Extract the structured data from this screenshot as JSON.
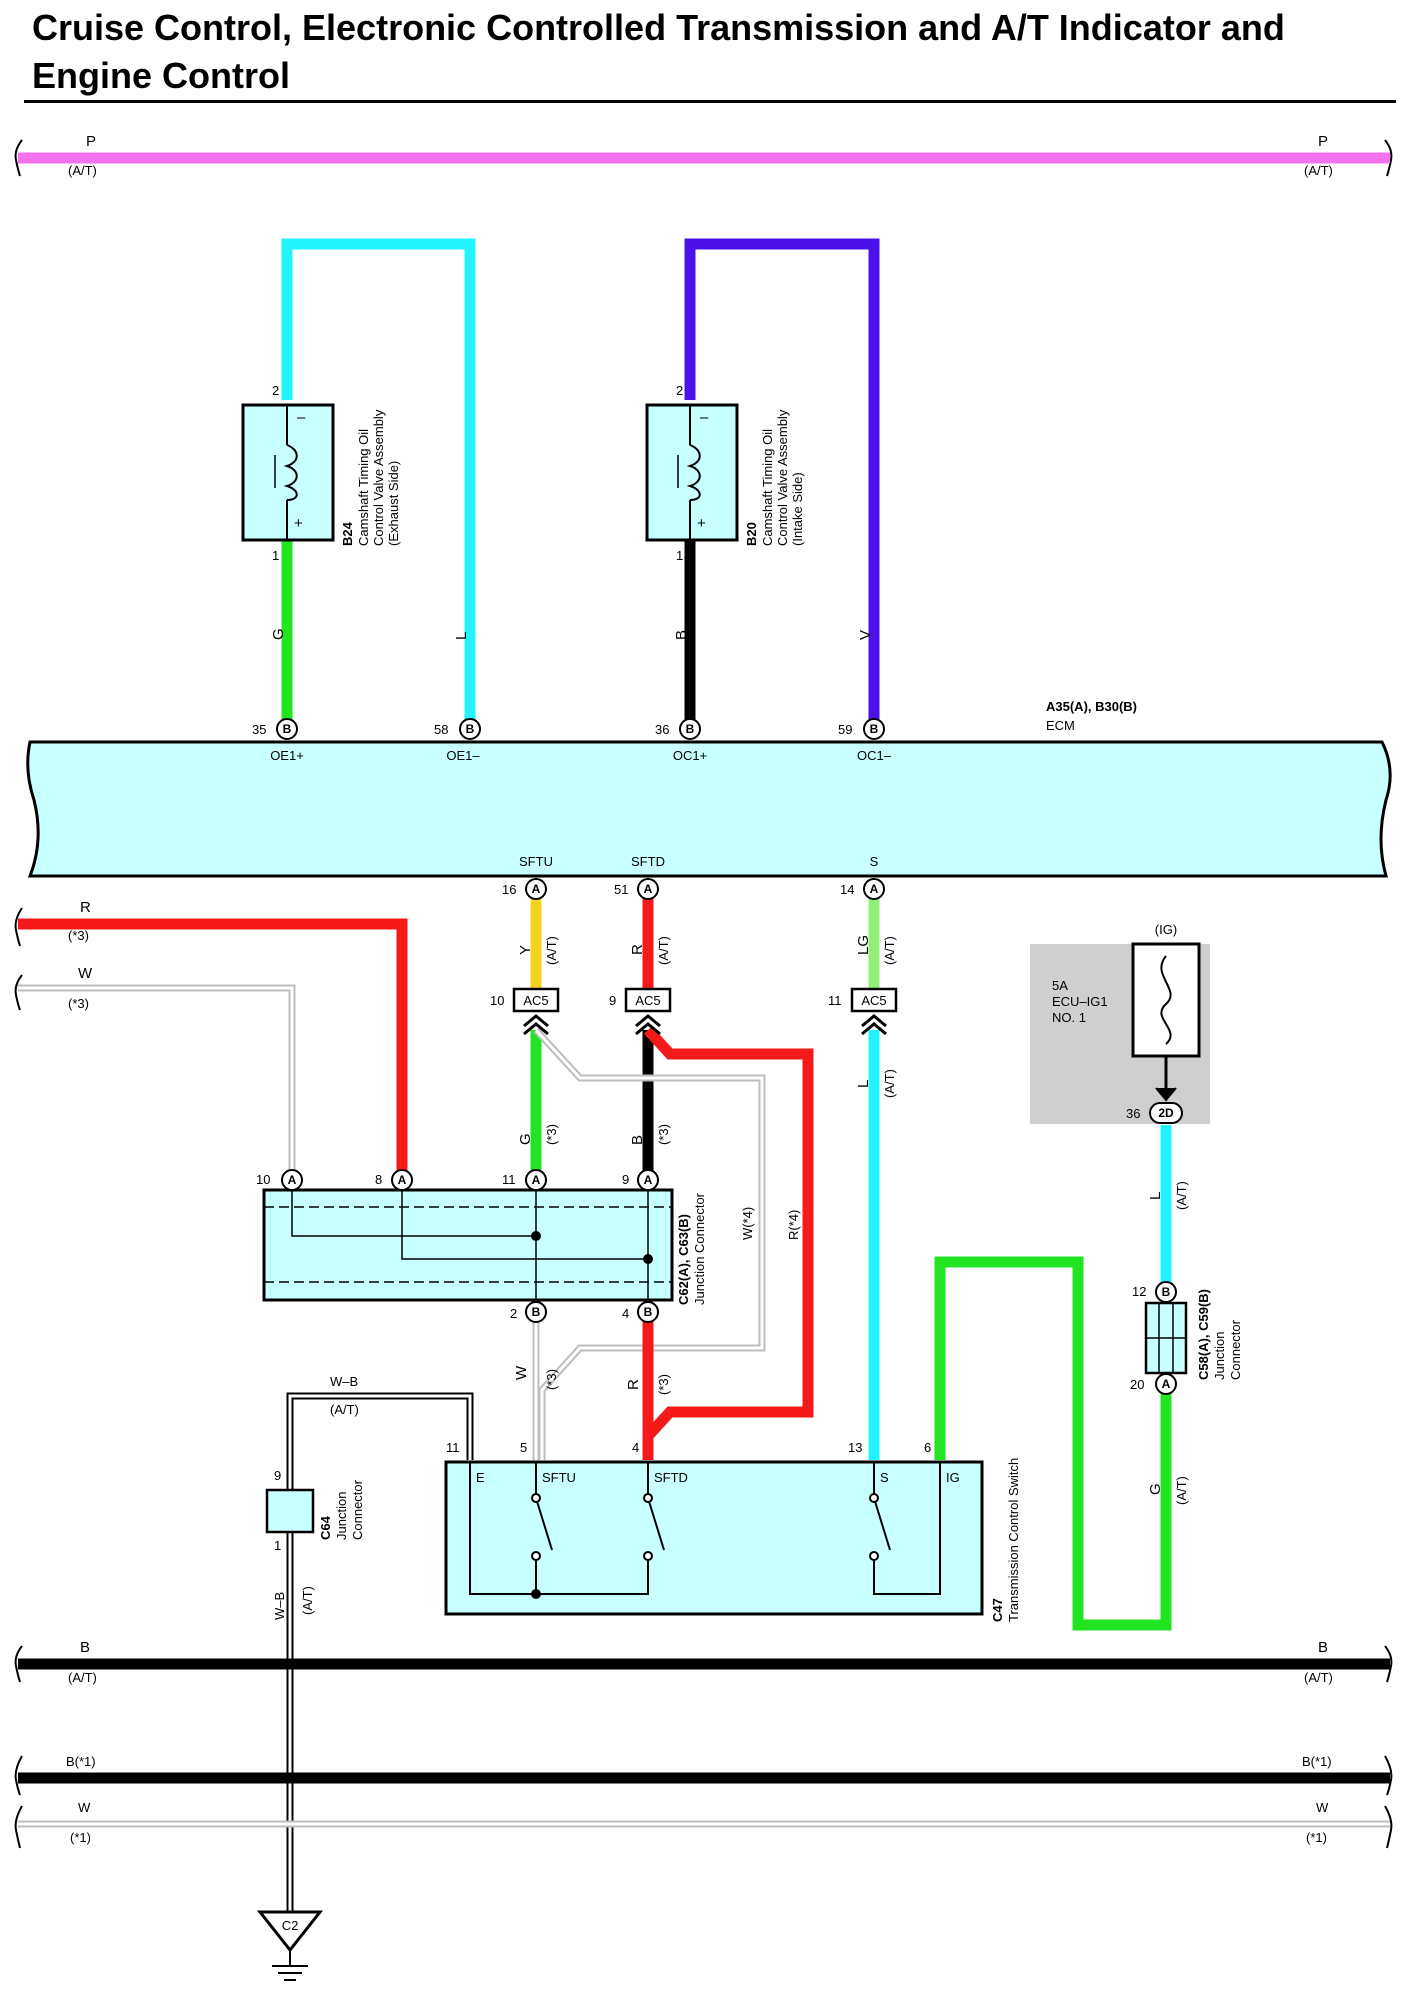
{
  "title": "Cruise Control, Electronic Controlled Transmission and A/T Indicator and Engine Control",
  "colors": {
    "pink": "#f472f0",
    "cyan": "#22f4ff",
    "violet": "#4a12e8",
    "green": "#22e522",
    "lightgreen": "#8ef07a",
    "red": "#f51a1a",
    "yellow": "#f7d21c",
    "black": "#000000",
    "white_wire": "#bdbdbd",
    "component_fill": "#c8ffff",
    "fuse_box": "#cfcfcf"
  },
  "buses": {
    "p": {
      "wire": "P",
      "note": "(A/T)"
    },
    "b": {
      "wire": "B",
      "note": "(A/T)"
    },
    "b1": {
      "wire": "B(*1)"
    },
    "w1": {
      "wire": "W",
      "note": "(*1)"
    }
  },
  "b24": {
    "code": "B24",
    "line1": "Camshaft Timing Oil",
    "line2": "Control Valve Assembly",
    "line3": "(Exhaust Side)",
    "pin_top": "2",
    "pin_bottom": "1",
    "minus": "–",
    "plus": "+",
    "wire_left": "G",
    "wire_right": "L"
  },
  "b20": {
    "code": "B20",
    "line1": "Camshaft Timing Oil",
    "line2": "Control Valve Assembly",
    "line3": "(Intake Side)",
    "pin_top": "2",
    "pin_bottom": "1",
    "minus": "–",
    "plus": "+",
    "wire_left": "B",
    "wire_right": "V"
  },
  "ecm": {
    "code": "A35(A), B30(B)",
    "name": "ECM",
    "top_pins": [
      {
        "num": "35",
        "conn": "B",
        "label": "OE1+"
      },
      {
        "num": "58",
        "conn": "B",
        "label": "OE1–"
      },
      {
        "num": "36",
        "conn": "B",
        "label": "OC1+"
      },
      {
        "num": "59",
        "conn": "B",
        "label": "OC1–"
      }
    ],
    "bottom_pins": [
      {
        "num": "16",
        "conn": "A",
        "label": "SFTU"
      },
      {
        "num": "51",
        "conn": "A",
        "label": "SFTD"
      },
      {
        "num": "14",
        "conn": "A",
        "label": "S"
      }
    ]
  },
  "wires": {
    "r3": "R",
    "r3_note": "(*3)",
    "w3": "W",
    "w3_note": "(*3)",
    "y": "Y",
    "y_note": "(A/T)",
    "r_sftd": "R",
    "r_sftd_note": "(A/T)",
    "lg": "LG",
    "lg_note": "(A/T)",
    "g_jc": "G",
    "g_jc_note": "(*3)",
    "b_jc": "B",
    "b_jc_note": "(*3)",
    "l_s": "L",
    "l_s_note": "(A/T)",
    "w4": "W(*4)",
    "r4": "R(*4)",
    "w_low": "W",
    "w_low_note": "(*3)",
    "r_low": "R",
    "r_low_note": "(*3)",
    "wb": "W–B",
    "wb_note": "(A/T)",
    "wb_c64": "W–B",
    "wb_c64_note": "(A/T)",
    "l_fuse": "L",
    "l_fuse_note": "(A/T)",
    "g_ig": "G",
    "g_ig_note": "(A/T)"
  },
  "ac5": [
    {
      "num": "10",
      "label": "AC5"
    },
    {
      "num": "9",
      "label": "AC5"
    },
    {
      "num": "11",
      "label": "AC5"
    }
  ],
  "jc62": {
    "code": "C62(A), C63(B)",
    "name": "Junction Connector",
    "top_pins": [
      {
        "num": "10",
        "conn": "A"
      },
      {
        "num": "8",
        "conn": "A"
      },
      {
        "num": "11",
        "conn": "A"
      },
      {
        "num": "9",
        "conn": "A"
      }
    ],
    "bottom_pins": [
      {
        "num": "2",
        "conn": "B"
      },
      {
        "num": "4",
        "conn": "B"
      }
    ]
  },
  "fuse": {
    "source": "(IG)",
    "rating": "5A",
    "name1": "ECU–IG1",
    "name2": "NO. 1",
    "pin_num": "36",
    "pin_conn": "2D"
  },
  "jc58": {
    "code": "C58(A), C59(B)",
    "name1": "Junction",
    "name2": "Connector",
    "top_num": "12",
    "top_conn": "B",
    "bottom_num": "20",
    "bottom_conn": "A"
  },
  "c64": {
    "code": "C64",
    "name1": "Junction",
    "name2": "Connector",
    "pin_top": "9",
    "pin_bottom": "1"
  },
  "c47": {
    "code": "C47",
    "name": "Transmission Control Switch",
    "pins": [
      {
        "num": "11",
        "label": "E"
      },
      {
        "num": "5",
        "label": "SFTU"
      },
      {
        "num": "4",
        "label": "SFTD"
      },
      {
        "num": "13",
        "label": "S"
      },
      {
        "num": "6",
        "label": "IG"
      }
    ]
  },
  "ground": {
    "label": "C2"
  }
}
